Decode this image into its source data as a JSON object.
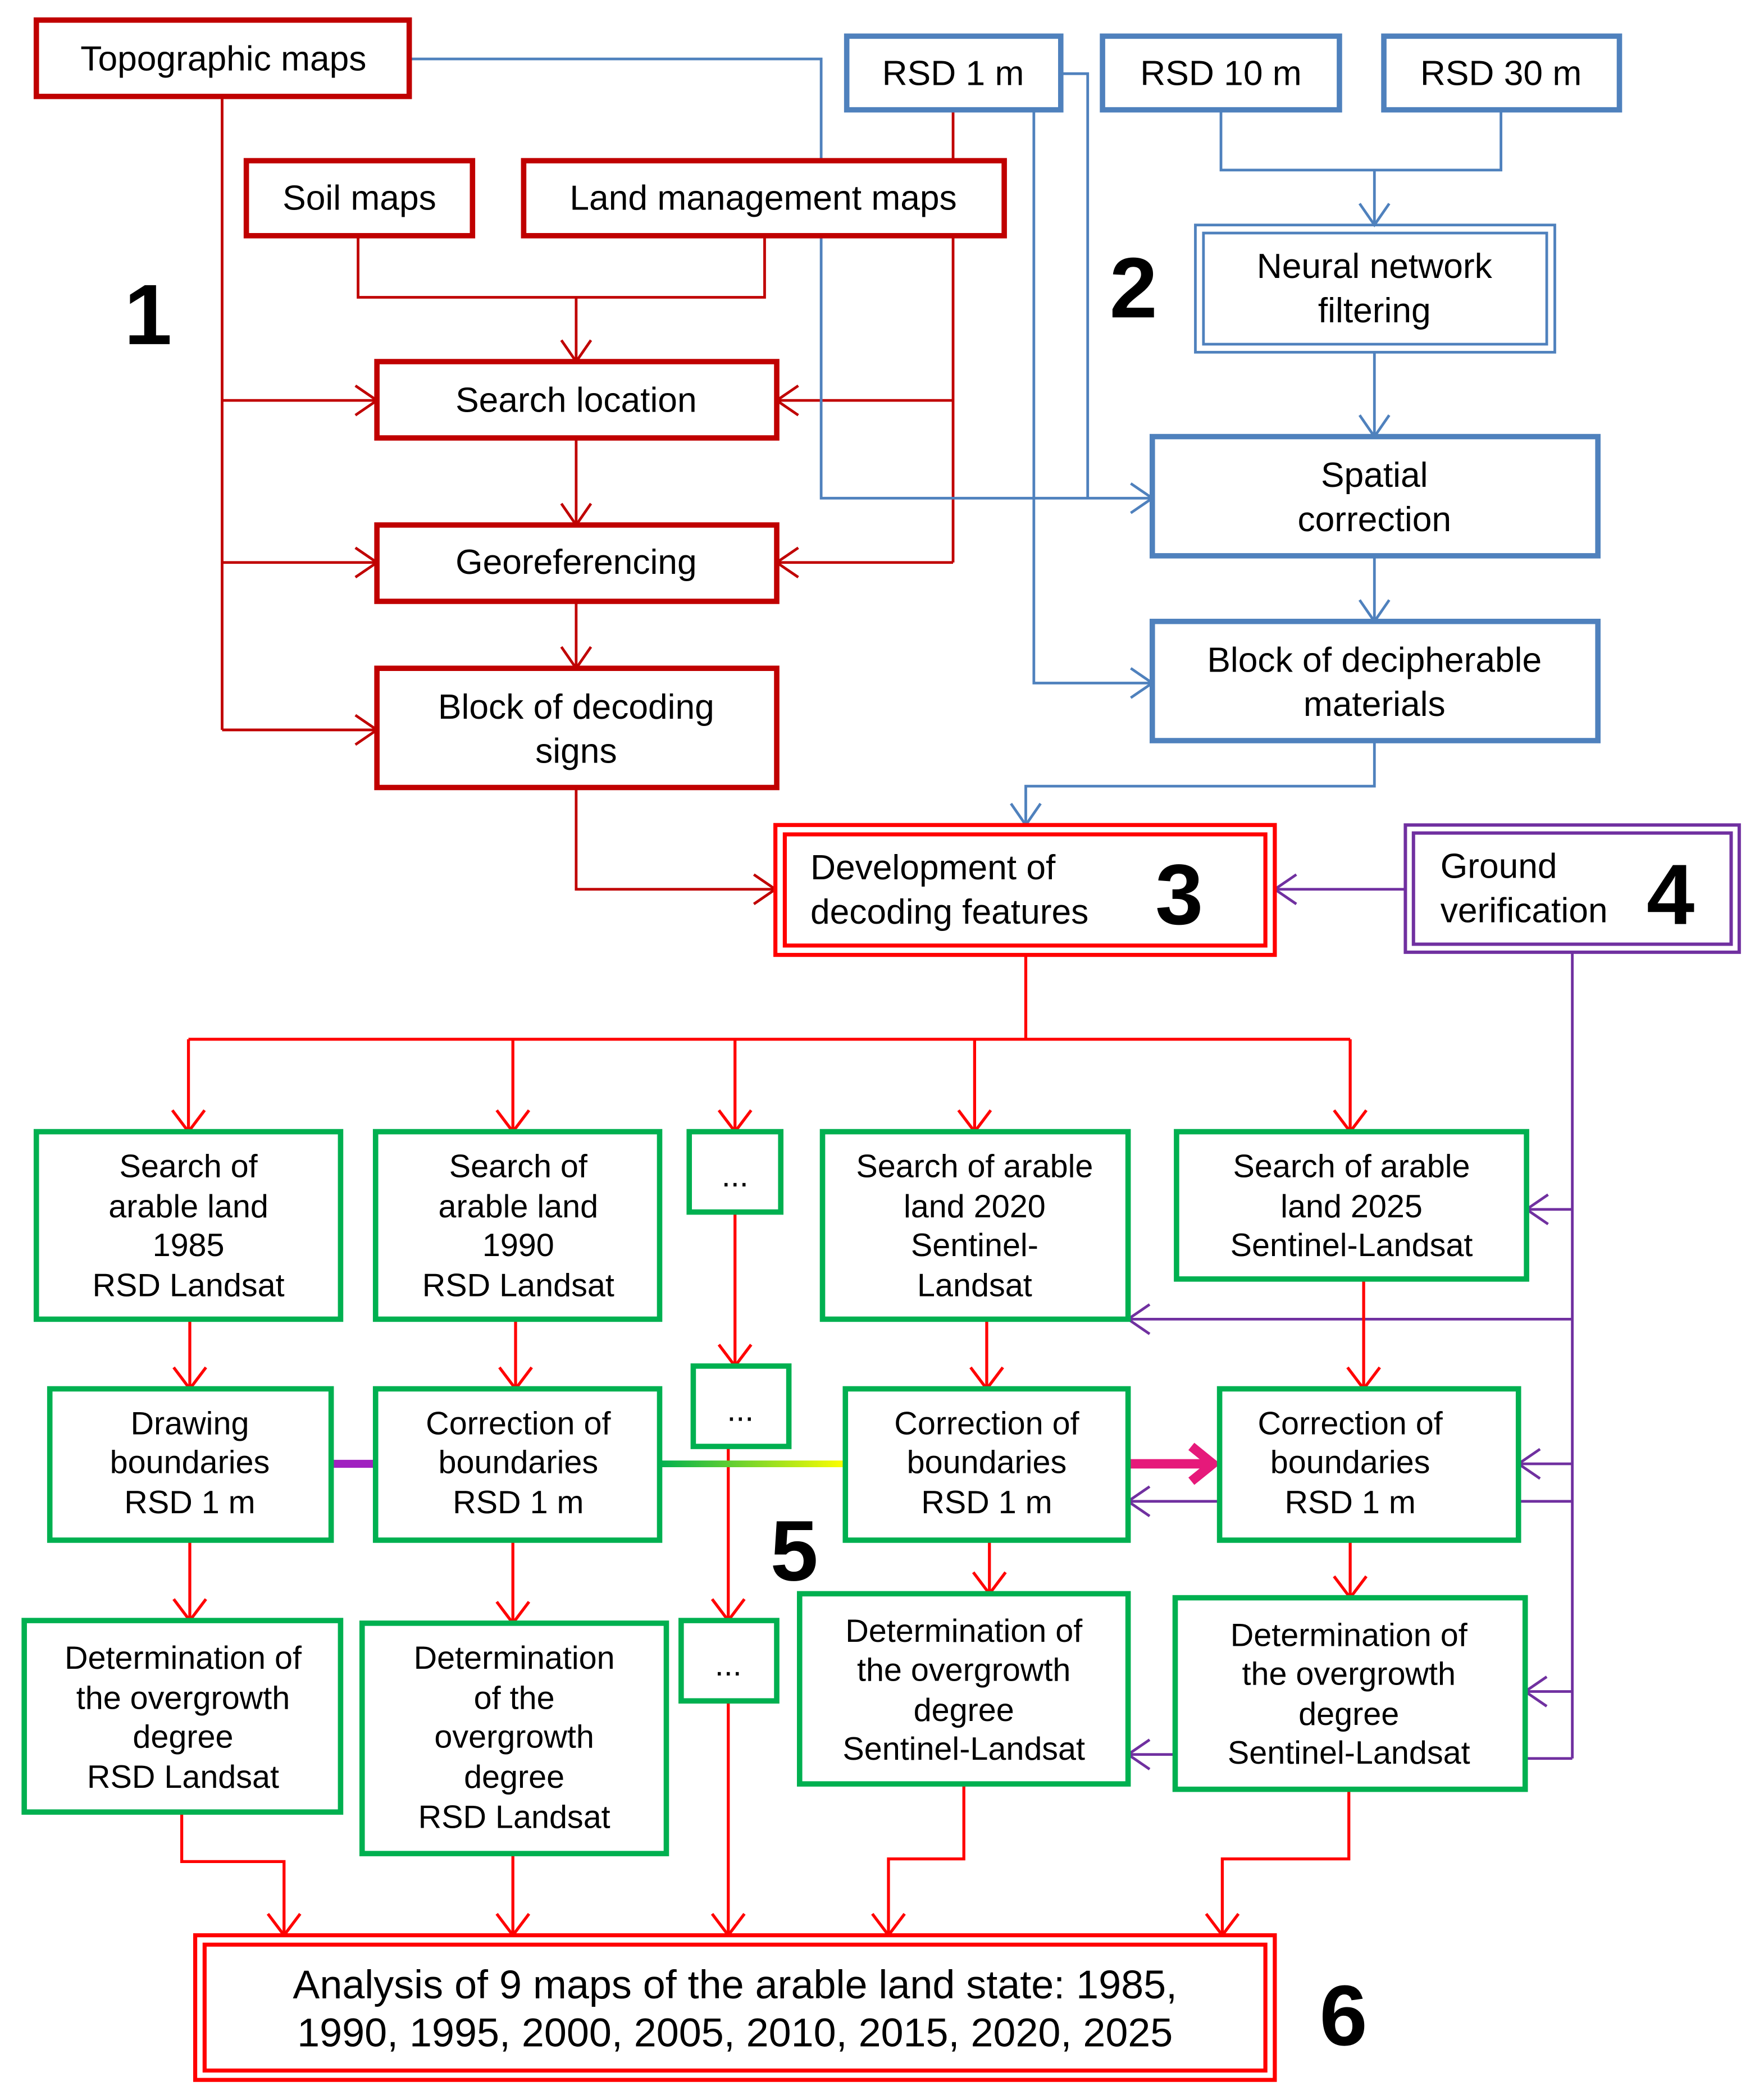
{
  "colors": {
    "dark_red": "#c00000",
    "blue": "#4f81bd",
    "red": "#ff0000",
    "purple": "#7030a0",
    "green": "#00b050",
    "magenta": "#e6197a",
    "violet": "#a020c0",
    "yellow": "#ffff00"
  },
  "section_numbers": [
    "1",
    "2",
    "3",
    "4",
    "5",
    "6"
  ],
  "source_maps": {
    "topographic": "Topographic maps",
    "soil": "Soil maps",
    "land_management": "Land management maps"
  },
  "map_processing": {
    "search_location": "Search location",
    "georeferencing": "Georeferencing",
    "decoding_signs": [
      "Block of decoding",
      "signs"
    ]
  },
  "remote_sensing": {
    "rsd_1m": "RSD 1 m",
    "rsd_10m": "RSD 10 m",
    "rsd_30m": "RSD 30 m",
    "neural_filtering": [
      "Neural network",
      "filtering"
    ],
    "spatial_correction": [
      "Spatial",
      "correction"
    ],
    "decipherable_materials": [
      "Block of decipherable",
      "materials"
    ]
  },
  "decoding_features": [
    "Development of",
    "decoding features"
  ],
  "ground_verification": [
    "Ground",
    "verification"
  ],
  "search_row": [
    [
      "Search of",
      "arable land",
      "1985",
      "RSD Landsat"
    ],
    [
      "Search of",
      "arable land",
      "1990",
      "RSD Landsat"
    ],
    [
      "..."
    ],
    [
      "Search of arable",
      "land 2020",
      "Sentinel-",
      "Landsat"
    ],
    [
      "Search of arable",
      "land 2025",
      "Sentinel-Landsat"
    ]
  ],
  "boundary_row": [
    [
      "Drawing",
      "boundaries",
      "RSD 1 m"
    ],
    [
      "Correction of",
      "boundaries",
      "RSD 1 m"
    ],
    [
      "..."
    ],
    [
      "Correction of",
      "boundaries",
      "RSD 1 m"
    ],
    [
      "Correction of",
      "boundaries",
      "RSD 1 m"
    ]
  ],
  "overgrowth_row": [
    [
      "Determination of",
      "the overgrowth",
      "degree",
      "RSD Landsat"
    ],
    [
      "Determination",
      "of the",
      "overgrowth",
      "degree",
      "RSD Landsat"
    ],
    [
      "..."
    ],
    [
      "Determination of",
      "the overgrowth",
      "degree",
      "Sentinel-Landsat"
    ],
    [
      "Determination of",
      "the overgrowth",
      "degree",
      "Sentinel-Landsat"
    ]
  ],
  "analysis": [
    "Analysis of 9 maps of the arable land state: 1985,",
    "1990, 1995, 2000, 2005, 2010, 2015, 2020, 2025"
  ]
}
